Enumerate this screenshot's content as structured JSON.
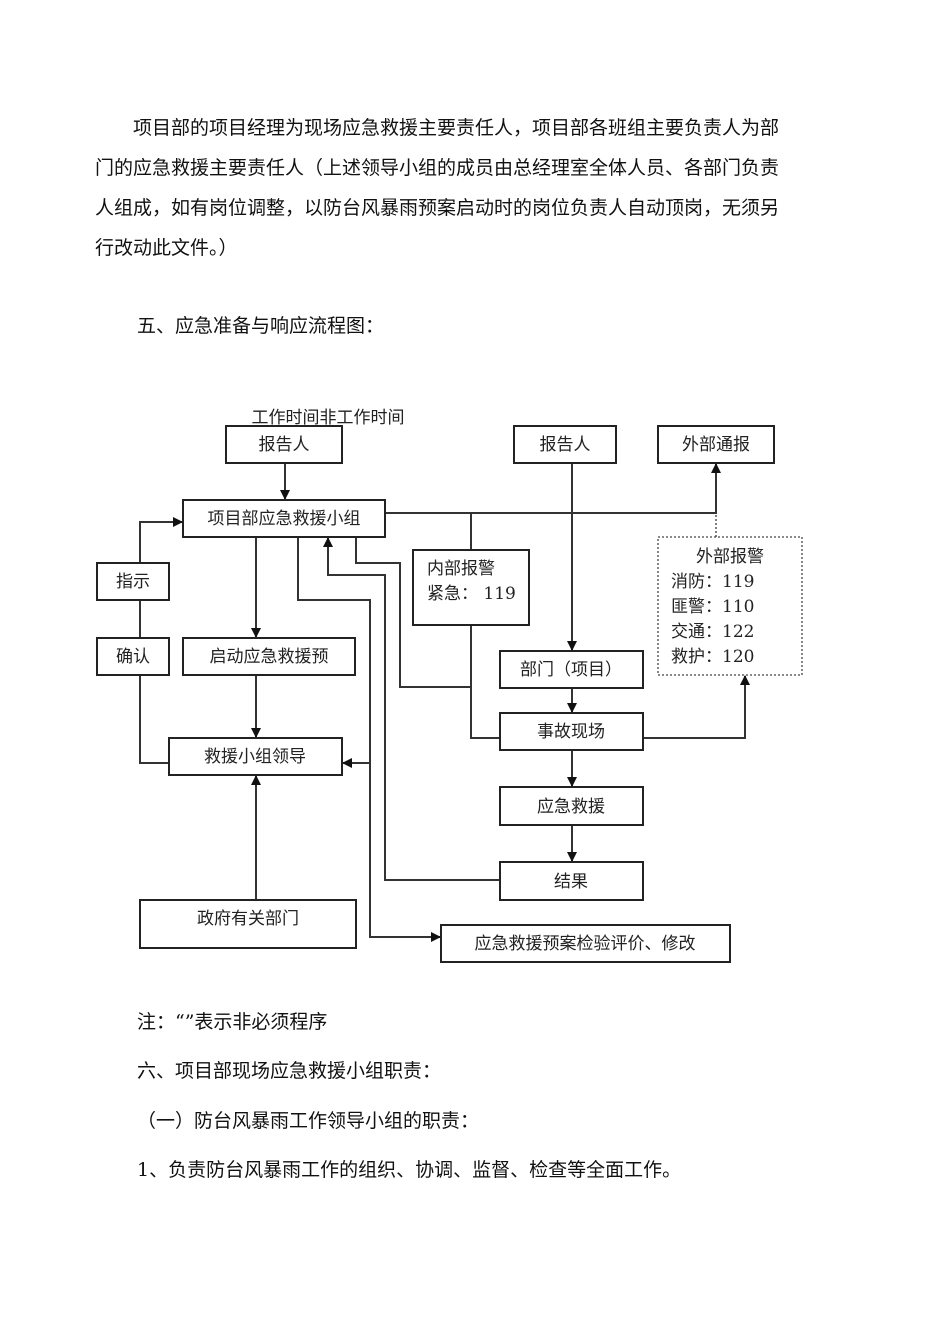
{
  "paragraph1_lines": [
    "　　项目部的项目经理为现场应急救援主要责任人，项目部各班组主要负责人为部",
    "门的应急救援主要责任人（上述领导小组的成员由总经理室全体人员、各部门负责",
    "人组成，如有岗位调整，以防台风暴雨预案启动时的岗位负责人自动顶岗，无须另",
    "行改动此文件。）"
  ],
  "section5_title": "五、应急准备与响应流程图：",
  "flowchart": {
    "header": "工作时间非工作时间",
    "reporter_left": "报告人",
    "reporter_right": "报告人",
    "external_notice": "外部通报",
    "project_team": "项目部应急救援小组",
    "instruct": "指示",
    "confirm": "确认",
    "start_plan": "启动应急救援预",
    "rescue_leader": "救援小组领导",
    "government": "政府有关部门",
    "internal_alarm": [
      "内部报警",
      "紧急：  119"
    ],
    "external_alarm": [
      "外部报警",
      "消防：119",
      "匪警：110",
      "交通：122",
      "救护：120"
    ],
    "department": "部门（项目）",
    "accident_scene": "事故现场",
    "emergency_rescue": "应急救援",
    "result": "结果",
    "plan_review": "应急救援预案检验评价、修改"
  },
  "note": "注：“”表示非必须程序",
  "section6_title": "六、项目部现场应急救援小组职责：",
  "subsection1_title": "（一）防台风暴雨工作领导小组的职责：",
  "item1": "1、负责防台风暴雨工作的组织、协调、监督、检查等全面工作。"
}
